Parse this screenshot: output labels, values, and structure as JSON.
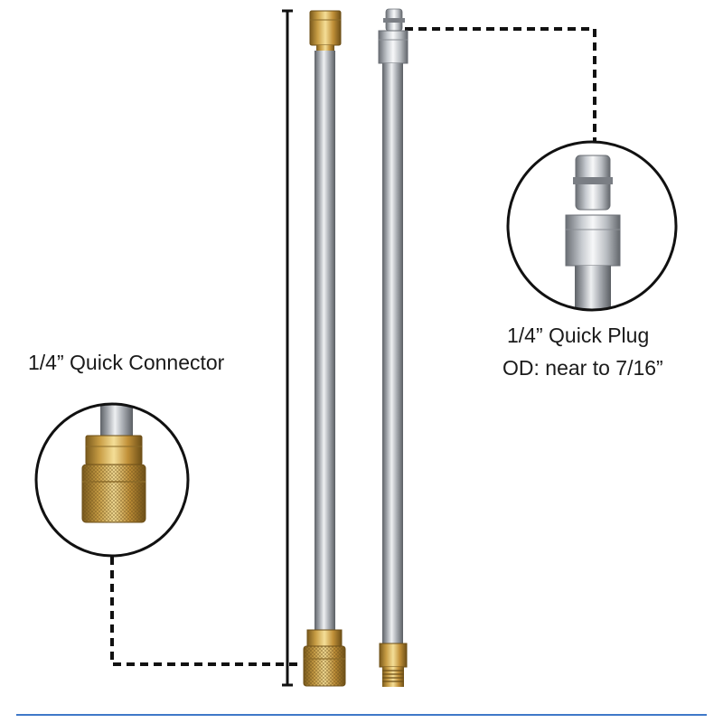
{
  "labels": {
    "connector": "1/4” Quick Connector",
    "plug": "1/4” Quick Plug",
    "od": "OD: near to 7/16”"
  },
  "colors": {
    "background": "#ffffff",
    "text": "#1a1a1a",
    "dashed_line": "#111111",
    "steel": "#a9adb3",
    "brass": "#c8a24a",
    "accent_rule": "#3f78c8"
  },
  "icons": {
    "connector_detail": "brass-quick-connector",
    "plug_detail": "steel-quick-plug"
  }
}
